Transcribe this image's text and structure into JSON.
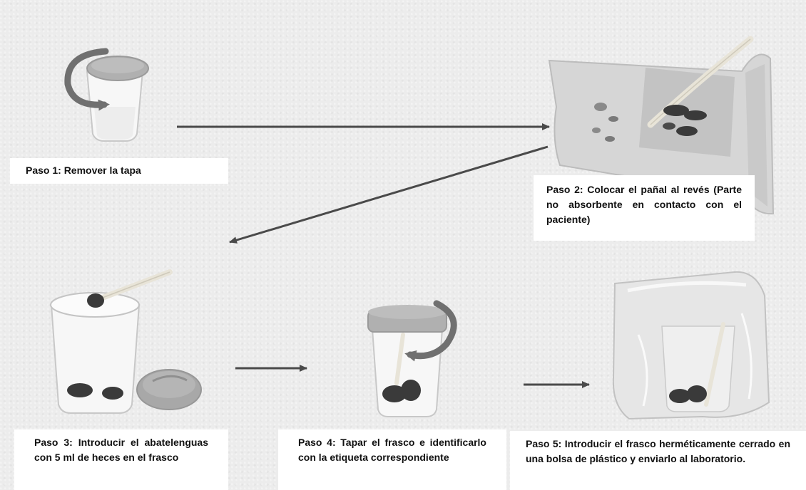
{
  "steps": [
    {
      "text": "Paso 1: Remover la tapa"
    },
    {
      "text": "Paso 2: Colocar el pañal al revés (Parte no absorbente en contacto con el paciente)"
    },
    {
      "text": "Paso 3: Introducir el abatelenguas con 5 ml de heces en el frasco"
    },
    {
      "text": "Paso 4: Tapar el frasco e identificarlo con la etiqueta correspondiente"
    },
    {
      "text": "Paso 5: Introducir el frasco herméticamente cerrado en una bolsa de plástico y enviarlo al laboratorio."
    }
  ],
  "colors": {
    "lid": "#b0b0b0",
    "jar": "#f7f7f7",
    "rotation_arrow": "#707070",
    "stool": "#3a3a3a",
    "flow_arrow": "#4a4a4a"
  }
}
